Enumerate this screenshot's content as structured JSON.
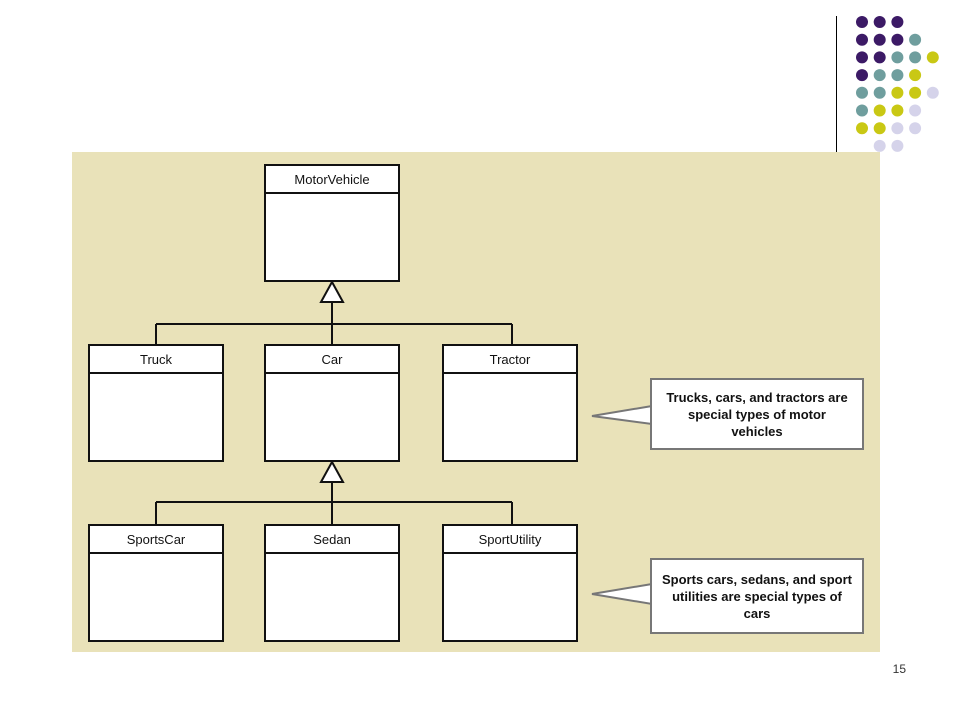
{
  "diagram": {
    "classes": {
      "motor_vehicle": "MotorVehicle",
      "truck": "Truck",
      "car": "Car",
      "tractor": "Tractor",
      "sports_car": "SportsCar",
      "sedan": "Sedan",
      "sport_utility": "SportUtility"
    },
    "callouts": {
      "vehicles": "Trucks, cars, and tractors are special types of motor vehicles",
      "cars": "Sports cars, sedans, and sport utilities are special types of cars"
    }
  },
  "slide": {
    "page_number": "15"
  },
  "colors": {
    "panel_background": "#e9e2b9",
    "dot_purple": "#3c1a66",
    "dot_teal": "#6f9e9e",
    "dot_yellow": "#c9c814",
    "dot_lavender": "#d5d3ea"
  }
}
